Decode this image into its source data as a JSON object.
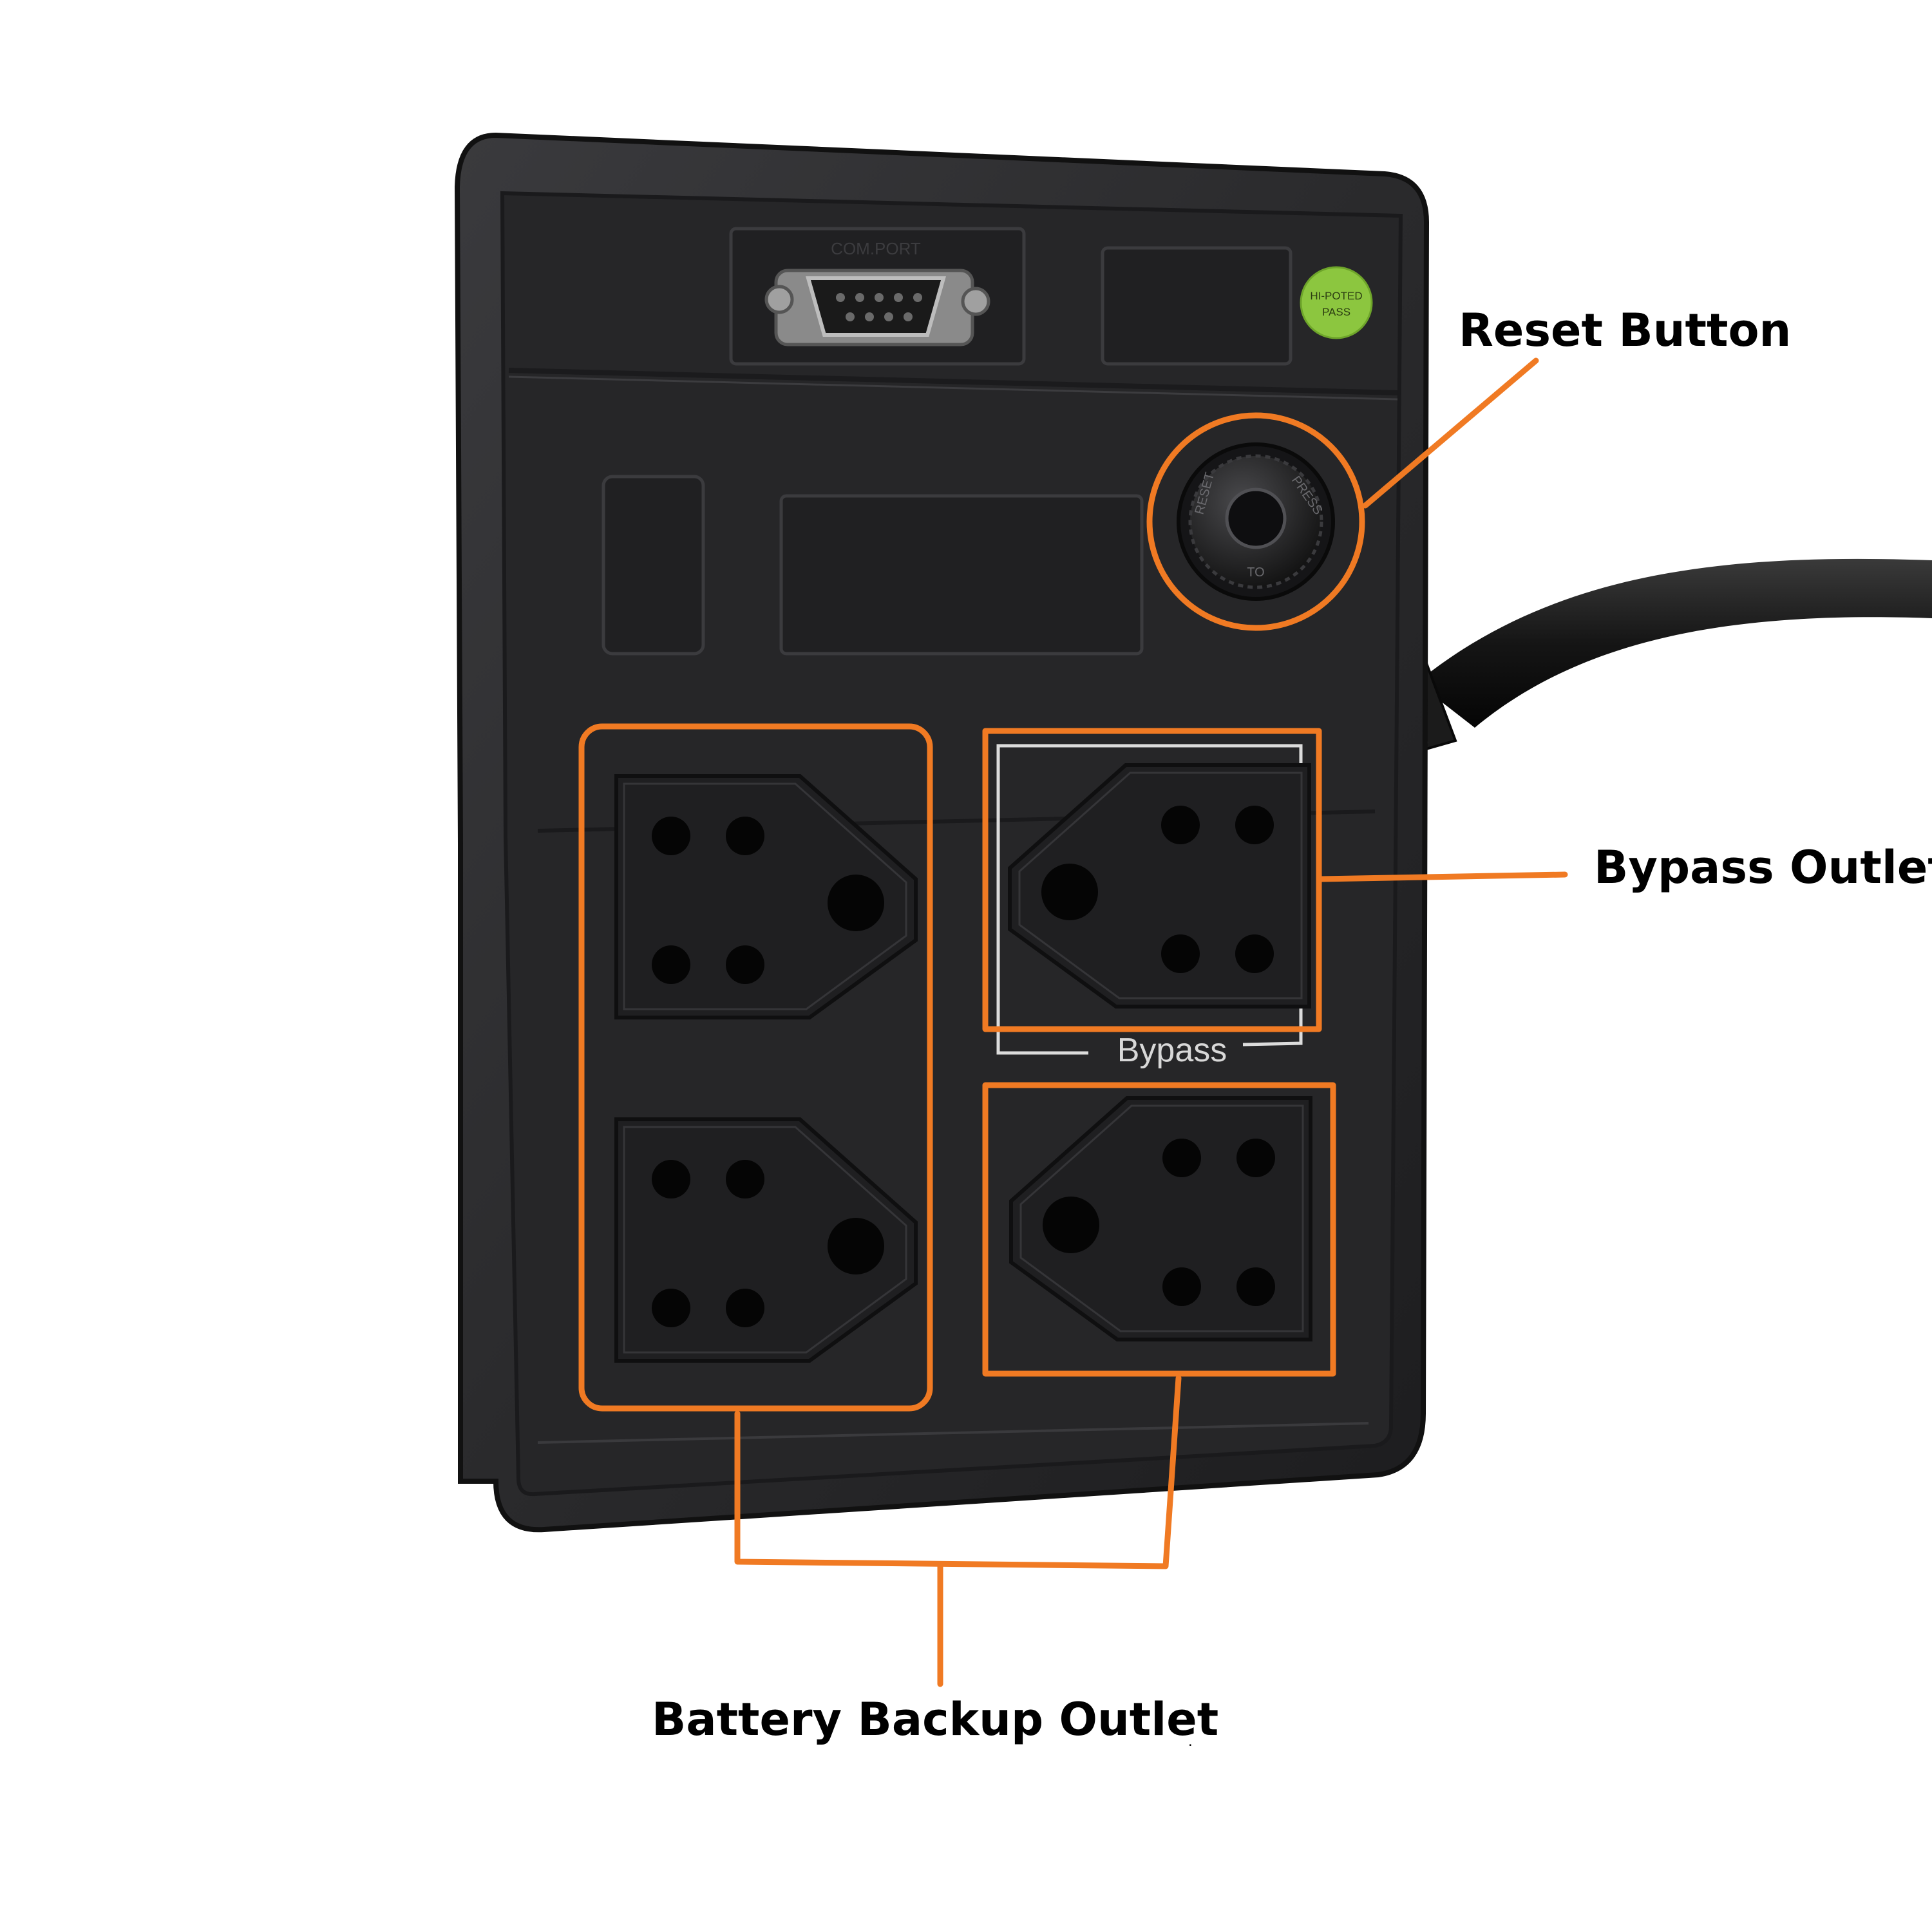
{
  "callouts": {
    "reset": "Reset Button",
    "bypass": "Bypass Outlet",
    "battery": "Battery Backup Outlet",
    "battery_trailing_mark": "."
  },
  "device_markings": {
    "com_port": "COM.PORT",
    "hipot_line1": "HI-POTED",
    "hipot_line2": "PASS",
    "bypass_panel": "Bypass",
    "reset_ring_left": "RESET",
    "reset_ring_right": "PRESS",
    "reset_ring_bottom": "TO"
  },
  "colors": {
    "accent": "#f07a23",
    "chassis": "#2b2b2d",
    "panel": "#262628",
    "socket": "#1e1e20",
    "hole": "#050505",
    "sticker": "#8cc63f",
    "background": "#ffffff"
  }
}
